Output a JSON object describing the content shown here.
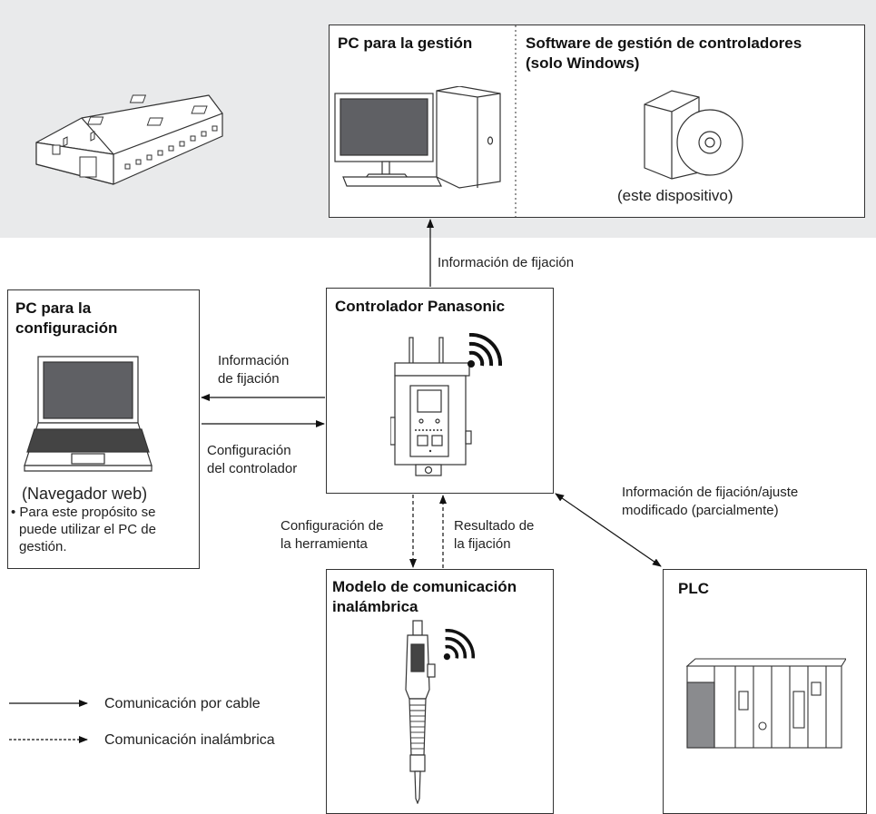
{
  "mgmt_pc": {
    "title": "PC para la gestión",
    "software_title_line1": "Software de gestión de controladores",
    "software_title_line2": "(solo Windows)",
    "this_device": "(este dispositivo)"
  },
  "config_pc": {
    "title_line1": "PC para la",
    "title_line2": "configuración",
    "browser_label": "(Navegador web)",
    "note_line1": "• Para este propósito se",
    "note_line2": "puede utilizar el PC de",
    "note_line3": "gestión."
  },
  "controller": {
    "title": "Controlador Panasonic"
  },
  "tool": {
    "title_line1": "Modelo de comunicación",
    "title_line2": "inalámbrica"
  },
  "plc": {
    "title": "PLC"
  },
  "labels": {
    "to_mgmt": "Información de fijación",
    "to_config_line1": "Información",
    "to_config_line2": "de fijación",
    "from_config_line1": "Configuración",
    "from_config_line2": "del controlador",
    "tool_cfg_line1": "Configuración de",
    "tool_cfg_line2": "la herramienta",
    "tool_result_line1": "Resultado de",
    "tool_result_line2": "la fijación",
    "plc_line1": "Información de fijación/ajuste",
    "plc_line2": "modificado (parcialmente)"
  },
  "legend": {
    "wired": "Comunicación por cable",
    "wireless": "Comunicación inalámbrica"
  }
}
